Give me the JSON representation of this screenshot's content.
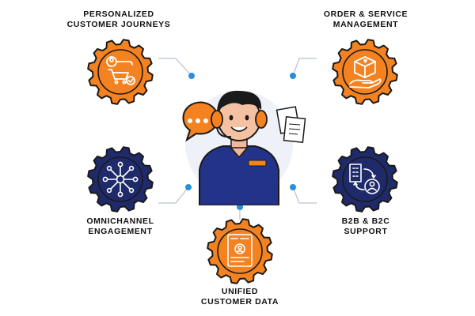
{
  "colors": {
    "orange": "#F58220",
    "navy": "#1F2A6B",
    "dot": "#2B8FD8",
    "connector": "#B8C2D0",
    "agent_shirt": "#24338A"
  },
  "center": {
    "name": "support-agent",
    "icons": [
      "speech-bubble-icon",
      "headset-icon",
      "documents-icon"
    ]
  },
  "features": [
    {
      "id": "personalized",
      "lines": [
        "PERSONALIZED",
        "CUSTOMER JOURNEYS"
      ],
      "icon": "shopping-journey-icon",
      "color": "orange"
    },
    {
      "id": "order",
      "lines": [
        "ORDER & SERVICE",
        "MANAGEMENT"
      ],
      "icon": "package-hand-icon",
      "color": "orange"
    },
    {
      "id": "omnichannel",
      "lines": [
        "OMNICHANNEL",
        "ENGAGEMENT"
      ],
      "icon": "network-hub-icon",
      "color": "navy"
    },
    {
      "id": "b2b",
      "lines": [
        "B2B & B2C",
        "SUPPORT"
      ],
      "icon": "building-person-icon",
      "color": "navy"
    },
    {
      "id": "unified",
      "lines": [
        "UNIFIED",
        "CUSTOMER DATA"
      ],
      "icon": "customer-profile-icon",
      "color": "orange"
    }
  ]
}
